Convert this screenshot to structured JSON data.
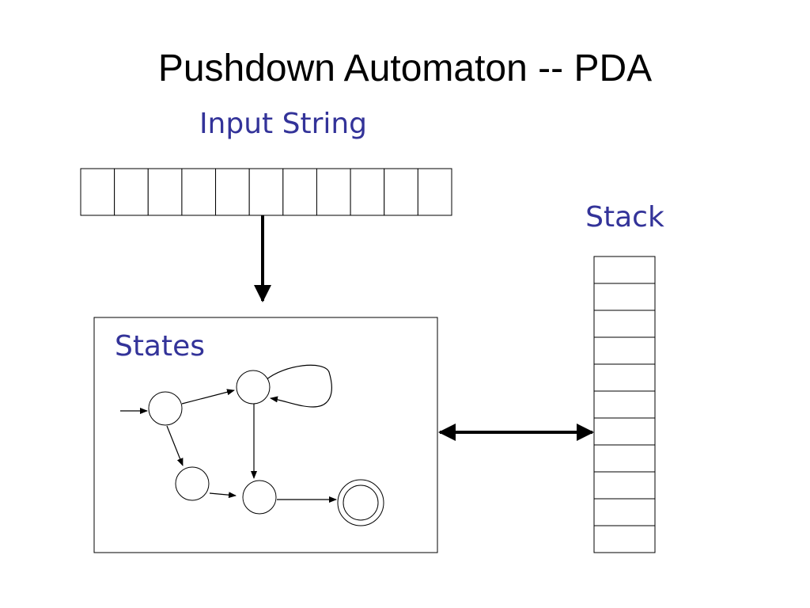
{
  "slide": {
    "title": "Pushdown Automaton -- PDA",
    "input_string_label": "Input String",
    "stack_label": "Stack",
    "states_label": "States"
  },
  "colors": {
    "label": "#333399",
    "line": "#000000",
    "background": "#ffffff"
  },
  "diagram": {
    "input_tape_cells": 11,
    "stack_cells": 11,
    "automaton": {
      "states": [
        {
          "id": "q0",
          "initial": true,
          "final": false
        },
        {
          "id": "q1",
          "initial": false,
          "final": false
        },
        {
          "id": "q2",
          "initial": false,
          "final": false
        },
        {
          "id": "q3",
          "initial": false,
          "final": false
        },
        {
          "id": "q4",
          "initial": false,
          "final": true
        }
      ],
      "transitions": [
        {
          "from": "q0",
          "to": "q1"
        },
        {
          "from": "q1",
          "to": "q1"
        },
        {
          "from": "q0",
          "to": "q2"
        },
        {
          "from": "q1",
          "to": "q3"
        },
        {
          "from": "q2",
          "to": "q3"
        },
        {
          "from": "q3",
          "to": "q4"
        }
      ]
    },
    "connections": [
      {
        "from": "input-tape",
        "to": "states",
        "direction": "one-way"
      },
      {
        "from": "states",
        "to": "stack",
        "direction": "two-way"
      }
    ]
  }
}
